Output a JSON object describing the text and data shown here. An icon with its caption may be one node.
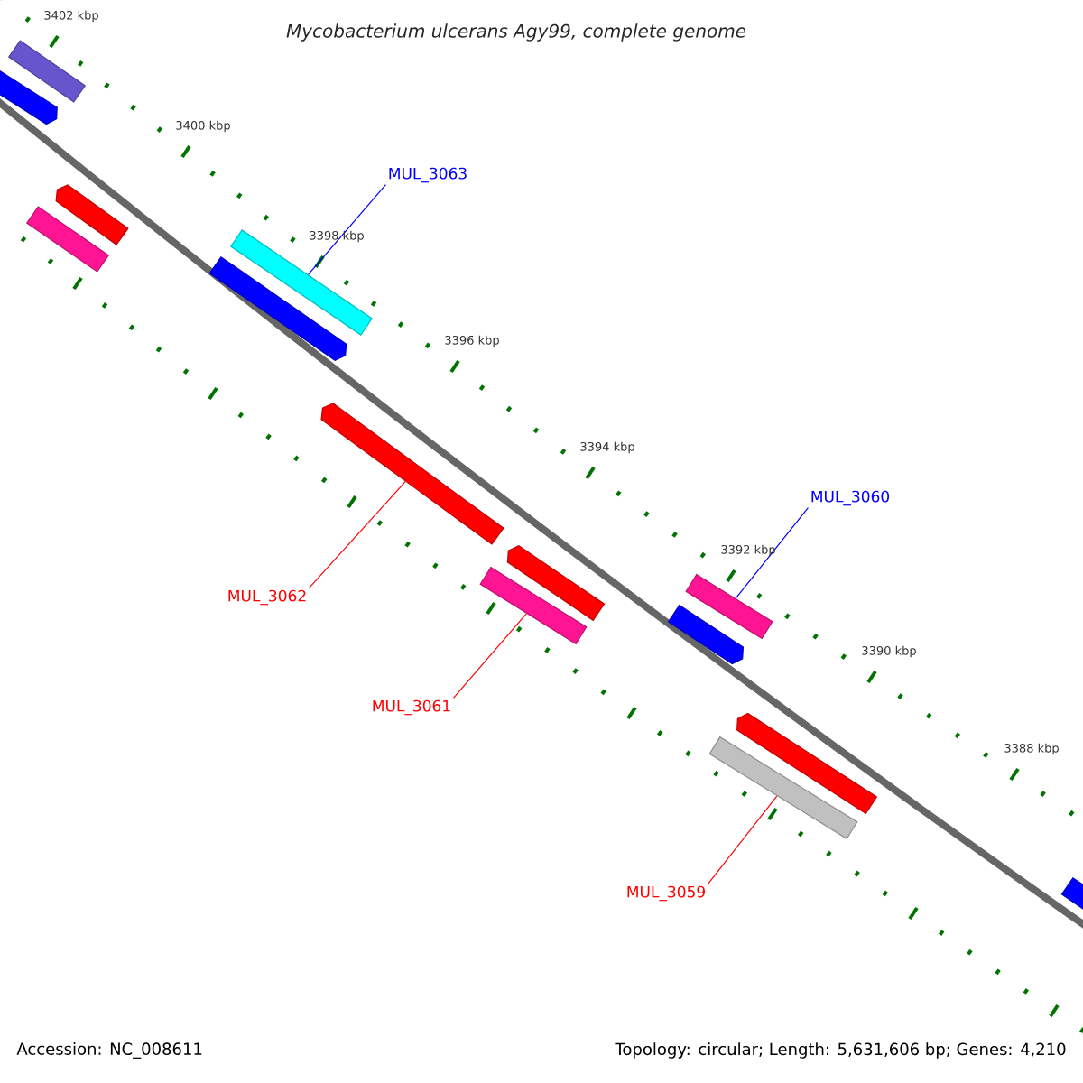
{
  "diagram": {
    "title": "Mycobacterium ulcerans Agy99, complete genome",
    "nodes": [
      {
        "text": [],
        "shape": "bar"
      },
      {
        "text": [],
        "shape": "bar"
      },
      {
        "text": [],
        "shape": "bar"
      },
      {
        "text": [],
        "shape": "bar"
      },
      {
        "text": [],
        "shape": "bar"
      },
      {
        "text": [],
        "shape": "bar"
      },
      {
        "text": [],
        "shape": "bar"
      },
      {
        "text": [],
        "shape": "bar"
      },
      {
        "text": [],
        "shape": "bar"
      },
      {
        "text": [],
        "shape": "bar"
      },
      {
        "text": [],
        "shape": "bar"
      },
      {
        "text": [],
        "shape": "bar"
      },
      {
        "text": [],
        "shape": "bar"
      },
      {
        "text": [],
        "shape": "bar"
      },
      {
        "text": [
          "MUL_3063"
        ]
      },
      {
        "text": [
          "MUL_3060"
        ]
      },
      {
        "text": [
          "MUL_3062"
        ]
      },
      {
        "text": [
          "MUL_3061"
        ]
      },
      {
        "text": [
          "MUL_3059"
        ]
      }
    ],
    "edges": [
      {
        "from": 14,
        "to": 4,
        "arrow": "none",
        "color": "#0000ff"
      },
      {
        "from": 15,
        "to": 9,
        "arrow": "none",
        "color": "#0000ff"
      },
      {
        "from": 16,
        "to": 6,
        "arrow": "none"
      },
      {
        "from": 17,
        "to": 8,
        "arrow": "none"
      },
      {
        "from": 18,
        "to": 12,
        "arrow": "none"
      }
    ],
    "labels": [
      "3402 kbp",
      "3400 kbp",
      "3398 kbp",
      "3396 kbp",
      "3394 kbp",
      "3392 kbp",
      "3390 kbp",
      "3388 kbp",
      "Accession: NC_008611",
      "Topology: circular; Length: 5,631,606 bp; Genes: 4,210"
    ]
  }
}
